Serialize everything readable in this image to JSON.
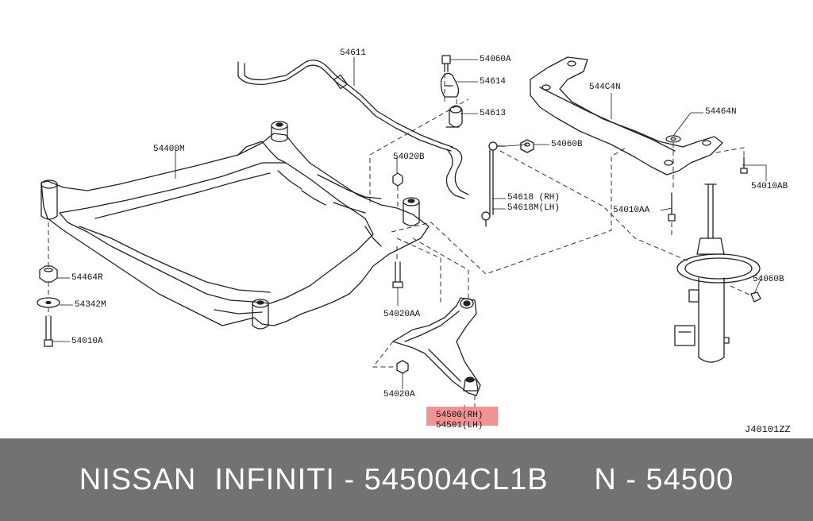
{
  "diagram": {
    "highlight_color": "#ee7f80",
    "labels": {
      "p54611": "54611",
      "p54060A": "54060A",
      "p54614": "54614",
      "p544C4N": "544C4N",
      "p54613": "54613",
      "p54464N": "54464N",
      "p54400M": "54400M",
      "p54020B": "54020B",
      "p54060B_top": "54060B",
      "p54618": "54618 (RH)",
      "p54618M": "54618M(LH)",
      "p54010AB": "54010AB",
      "p54010AA_right": "54010AA",
      "p54464R": "54464R",
      "p54342M": "54342M",
      "p54010A": "54010A",
      "p54020AA": "54020AA",
      "p54060B_right": "54060B",
      "p54020A": "54020A",
      "p54500": "54500(RH)",
      "p54501": "54501(LH)",
      "code": "J40101ZZ"
    }
  },
  "banner": {
    "text": "NISSAN  INFINITI - 545004CL1B     N - 54500",
    "background": "#727272",
    "text_color": "#ffffff"
  }
}
